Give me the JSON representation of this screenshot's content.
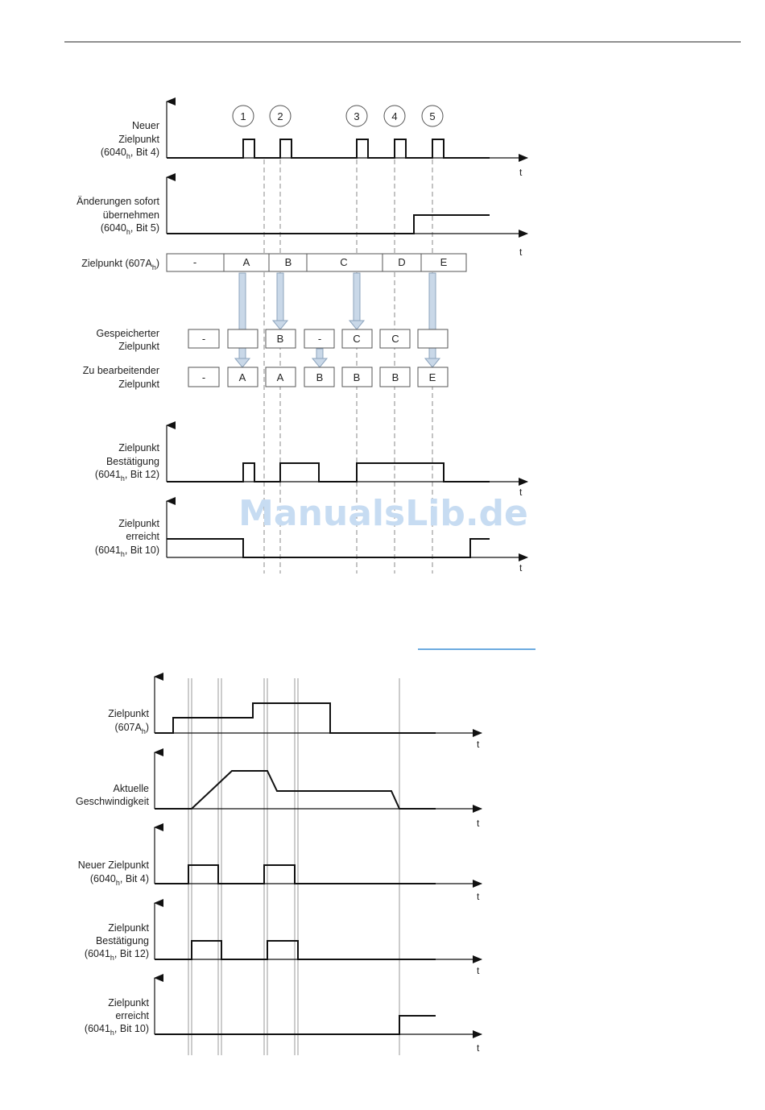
{
  "watermark": "ManualsLib.de",
  "diagram1": {
    "t": "t",
    "signals": {
      "neuer_zielpunkt": {
        "label": [
          "Neuer",
          "Zielpunkt"
        ],
        "reg_pre": "(6040",
        "reg_sub": "h",
        "reg_post": ", Bit 4)"
      },
      "aenderungen": {
        "label": [
          "Änderungen sofort",
          "übernehmen"
        ],
        "reg_pre": "(6040",
        "reg_sub": "h",
        "reg_post": ", Bit 5)"
      },
      "bestaetigung": {
        "label": [
          "Zielpunkt",
          "Bestätigung"
        ],
        "reg_pre": "(6041",
        "reg_sub": "h",
        "reg_post": ", Bit 12)"
      },
      "erreicht": {
        "label": [
          "Zielpunkt",
          "erreicht"
        ],
        "reg_pre": "(6041",
        "reg_sub": "h",
        "reg_post": ", Bit 10)"
      }
    },
    "circles": [
      "1",
      "2",
      "3",
      "4",
      "5"
    ],
    "zielpunkt_row": {
      "label_pre": "Zielpunkt (607A",
      "label_sub": "h",
      "label_post": ")",
      "cells": [
        "-",
        "A",
        "B",
        "C",
        "D",
        "E"
      ]
    },
    "gespeichert": {
      "label": [
        "Gespeicherter",
        "Zielpunkt"
      ],
      "cells": [
        "-",
        "",
        "B",
        "-",
        "C",
        "C",
        ""
      ]
    },
    "zu_bearbeiten": {
      "label": [
        "Zu bearbeitender",
        "Zielpunkt"
      ],
      "cells": [
        "-",
        "A",
        "A",
        "B",
        "B",
        "B",
        "E"
      ]
    }
  },
  "diagram2": {
    "t": "t",
    "signals": {
      "zielpunkt": {
        "label": [
          "Zielpunkt"
        ],
        "reg_pre": "(607A",
        "reg_sub": "h",
        "reg_post": ")"
      },
      "geschwindigkeit": {
        "label": [
          "Aktuelle",
          "Geschwindigkeit"
        ]
      },
      "neuer": {
        "label": [
          "Neuer Zielpunkt"
        ],
        "reg_pre": "(6040",
        "reg_sub": "h",
        "reg_post": ", Bit 4)"
      },
      "bestaetigung": {
        "label": [
          "Zielpunkt",
          "Bestätigung"
        ],
        "reg_pre": "(6041",
        "reg_sub": "h",
        "reg_post": ", Bit 12)"
      },
      "erreicht": {
        "label": [
          "Zielpunkt",
          "erreicht"
        ],
        "reg_pre": "(6041",
        "reg_sub": "h",
        "reg_post": ", Bit 10)"
      }
    }
  },
  "colors": {
    "arrow_fill": "#c9d8e8",
    "arrow_stroke": "#8da4bd",
    "link_line": "#3d8fd6"
  }
}
